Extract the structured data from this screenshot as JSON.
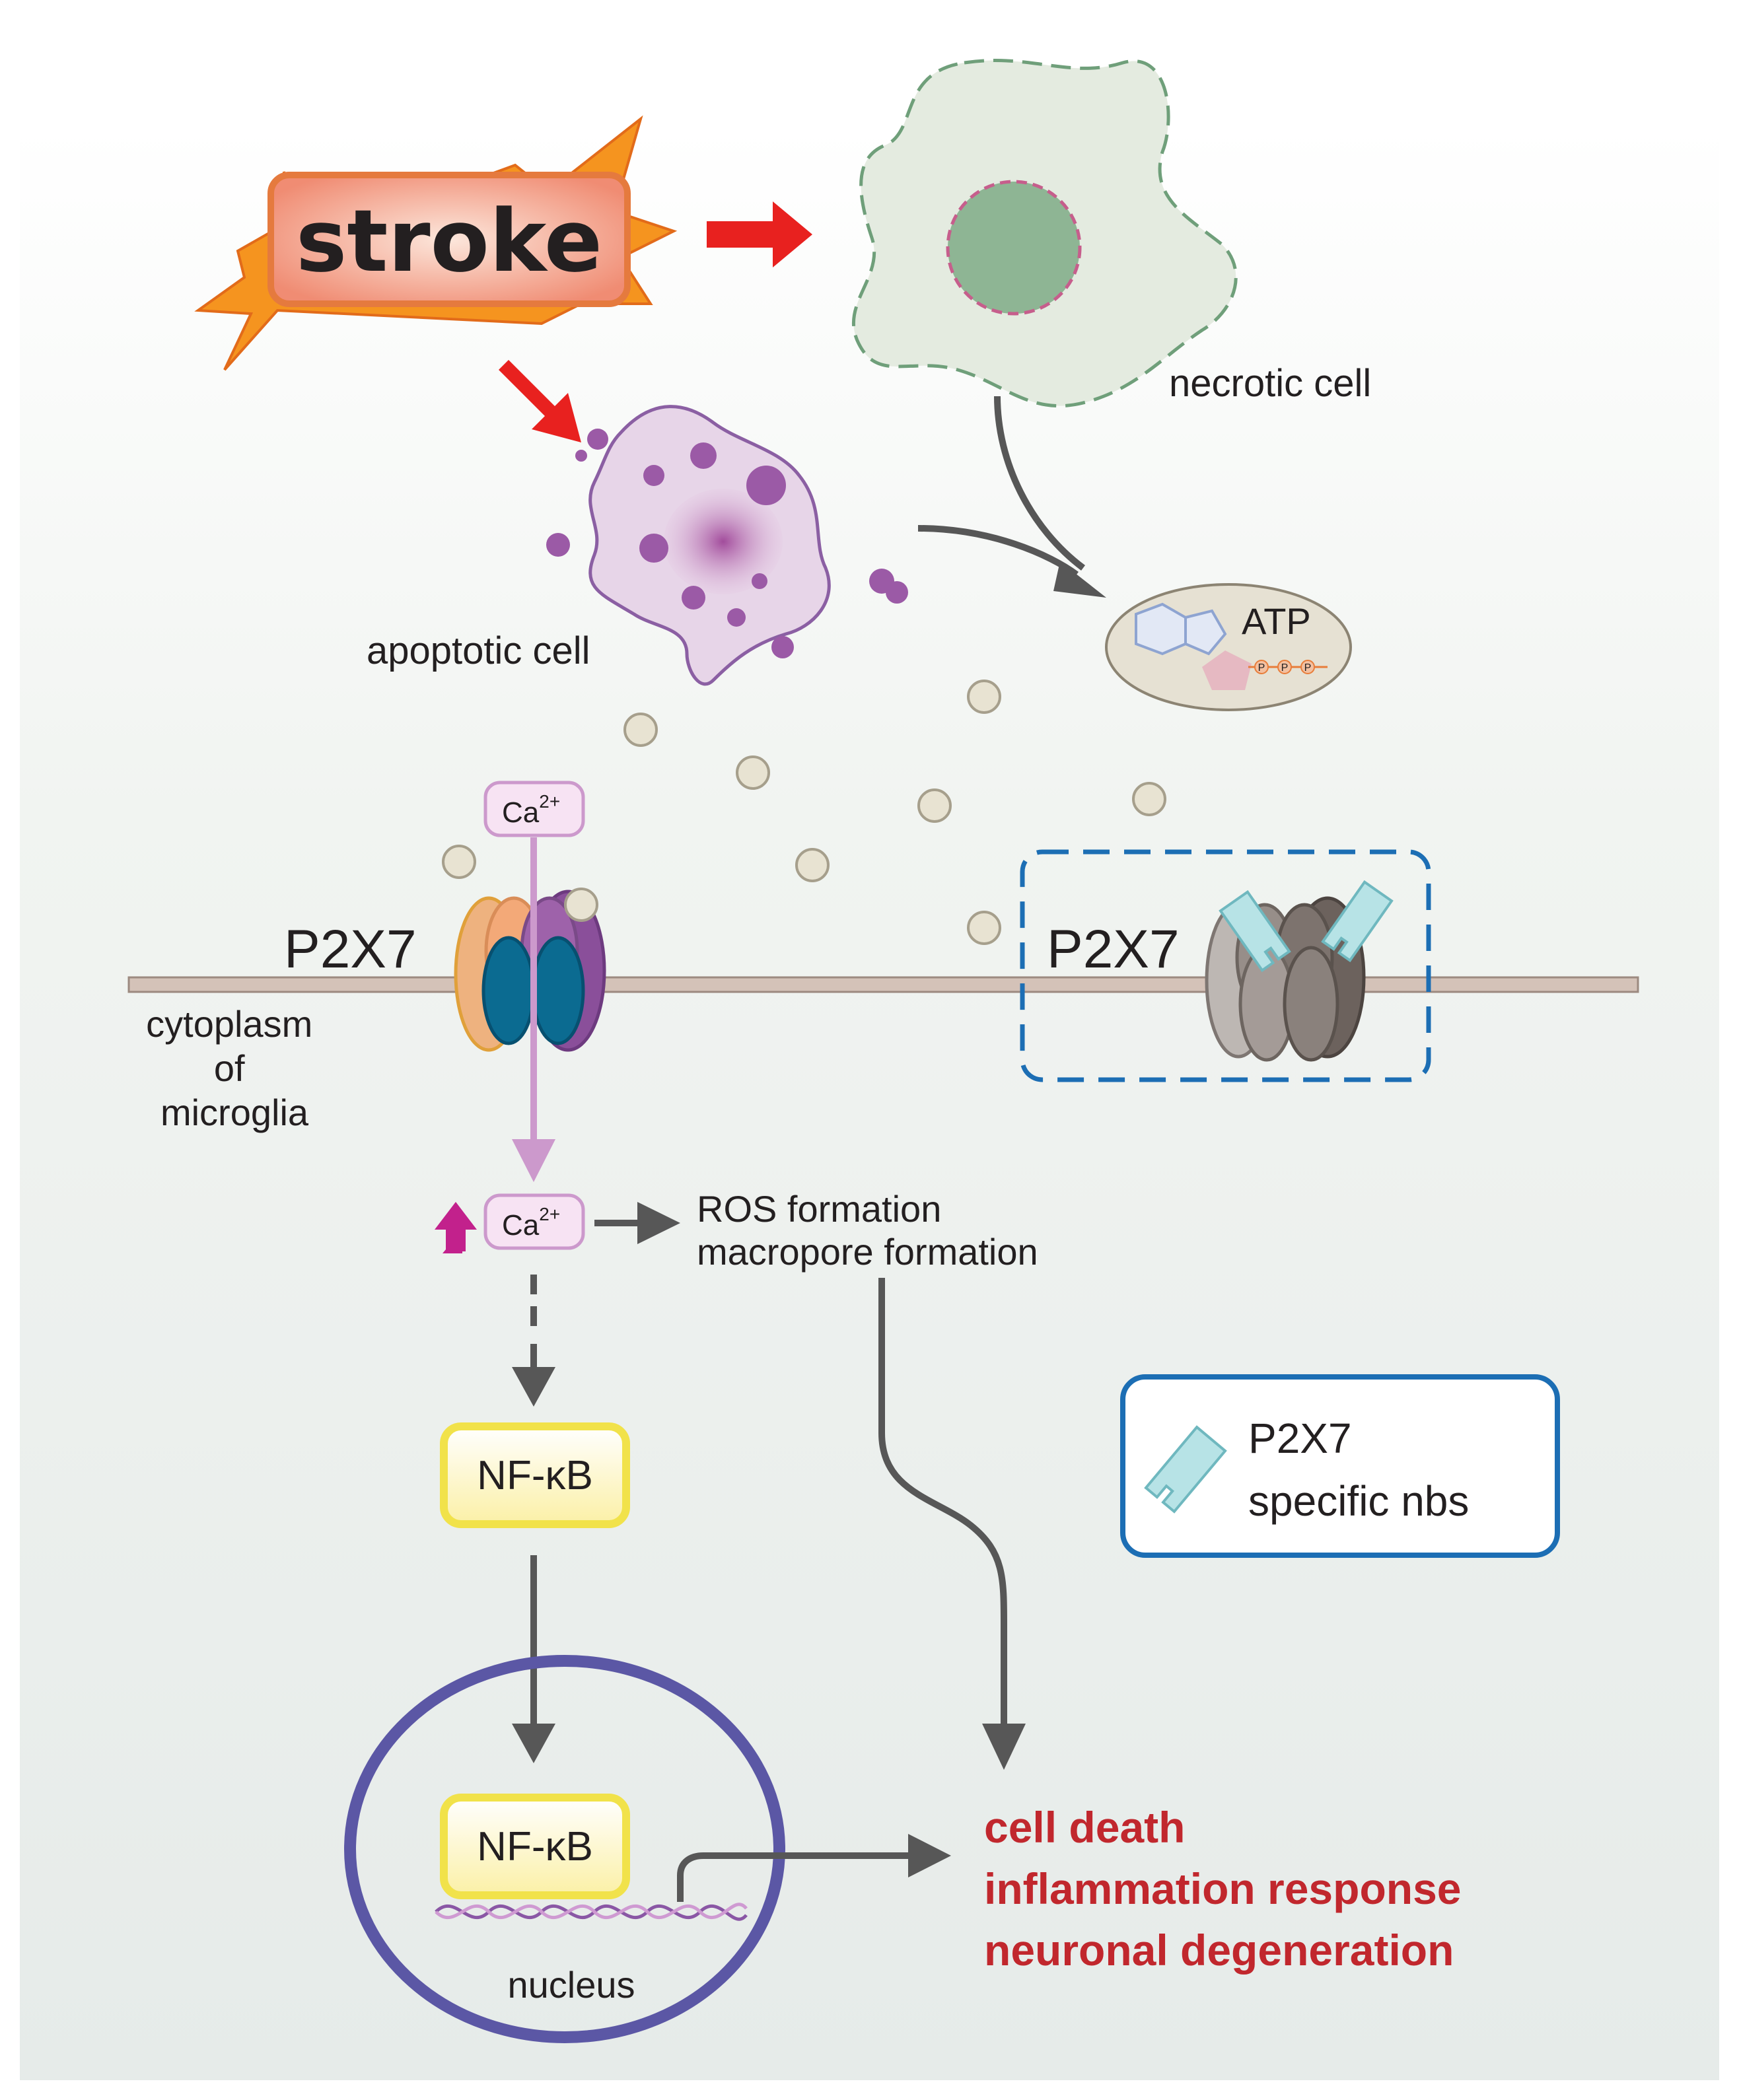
{
  "stroke_label": "stroke",
  "necrotic_label": "necrotic cell",
  "apoptotic_label": "apoptotic cell",
  "atp_label": "ATP",
  "phosphate_label": "P",
  "calcium": {
    "base": "Ca",
    "charge": "2+"
  },
  "p2x7_left": "P2X7",
  "p2x7_right": "P2X7",
  "cytoplasm_lines": [
    "cytoplasm",
    "of",
    "microglia"
  ],
  "ros_label": "ROS formation",
  "macropore_label": "macropore formation",
  "nfkb_label": "NF-κB",
  "nucleus_label": "nucleus",
  "legend": {
    "line1": "P2X7",
    "line2": "specific nbs"
  },
  "outcomes": [
    "cell death",
    "inflammation response",
    "neuronal degeneration"
  ],
  "colors": {
    "arrow_red": "#e8211f",
    "flow_gray": "#575757",
    "calcium_pink": "#cc99cc",
    "outcome_red": "#c1272d",
    "nucleus_ring": "#5b57a5",
    "legend_blue": "#1c6eb4",
    "nbs_cyan": "#b7e3e6",
    "nfkb_yellow": "#f1e24a"
  }
}
